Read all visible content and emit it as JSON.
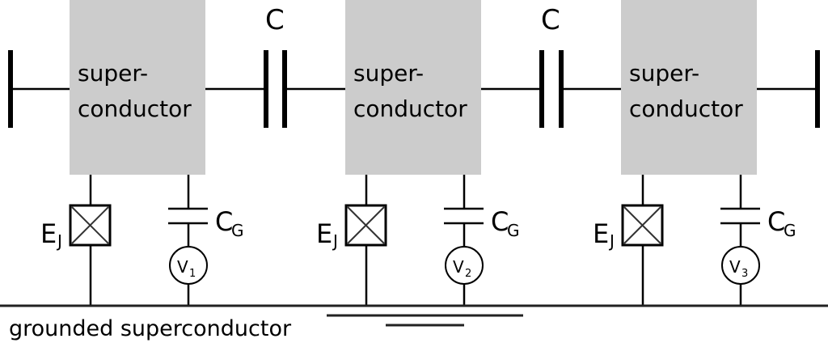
{
  "diagram": {
    "colors": {
      "island_fill": "#cccccc",
      "line": "#000000",
      "background": "#ffffff"
    },
    "islands": [
      {
        "label_line1": "super-",
        "label_line2": "conductor",
        "junction_label": "E",
        "junction_sub": "J",
        "gate_cap_label": "C",
        "gate_cap_sub": "G",
        "source_label": "V",
        "source_sub": "1"
      },
      {
        "label_line1": "super-",
        "label_line2": "conductor",
        "junction_label": "E",
        "junction_sub": "J",
        "gate_cap_label": "C",
        "gate_cap_sub": "G",
        "source_label": "V",
        "source_sub": "2"
      },
      {
        "label_line1": "super-",
        "label_line2": "conductor",
        "junction_label": "E",
        "junction_sub": "J",
        "gate_cap_label": "C",
        "gate_cap_sub": "G",
        "source_label": "V",
        "source_sub": "3"
      }
    ],
    "coupling_capacitors": [
      {
        "label": "C"
      },
      {
        "label": "C"
      }
    ],
    "ground_label": "grounded superconductor"
  }
}
